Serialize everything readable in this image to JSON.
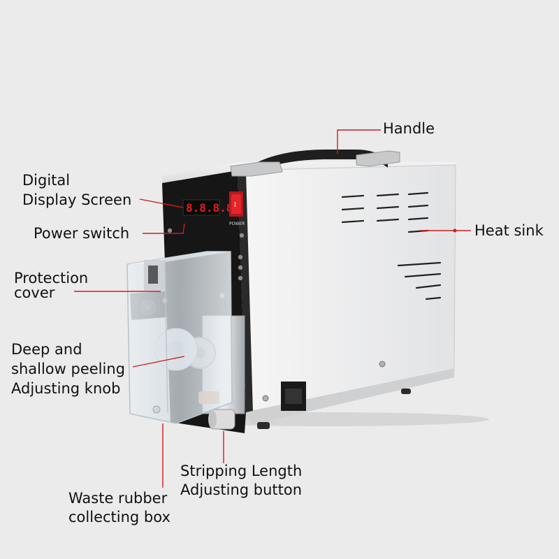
{
  "callouts": [
    {
      "id": "handle",
      "lines": [
        "Handle"
      ]
    },
    {
      "id": "display",
      "lines": [
        "Digital",
        "Display Screen"
      ]
    },
    {
      "id": "power",
      "lines": [
        "Power switch"
      ]
    },
    {
      "id": "heatsink",
      "lines": [
        "Heat sink"
      ]
    },
    {
      "id": "cover",
      "lines": [
        "Protection",
        "cover"
      ]
    },
    {
      "id": "knob",
      "lines": [
        "Deep and",
        "shallow peeling",
        "Adjusting knob"
      ]
    },
    {
      "id": "stripping",
      "lines": [
        "Stripping Length",
        "Adjusting button"
      ]
    },
    {
      "id": "waste",
      "lines": [
        "Waste rubber",
        "collecting box"
      ]
    }
  ],
  "device": {
    "display_reading": "8.8.8.8",
    "power_switch_text": "POWER",
    "power_switch_symbol": "I"
  },
  "colors": {
    "background": "#ebebeb",
    "leader_line": "#d21c1c",
    "housing": "#f4f4f4",
    "front_panel": "#141414",
    "display_digits": "#e0201c",
    "switch": "#e3262a"
  }
}
